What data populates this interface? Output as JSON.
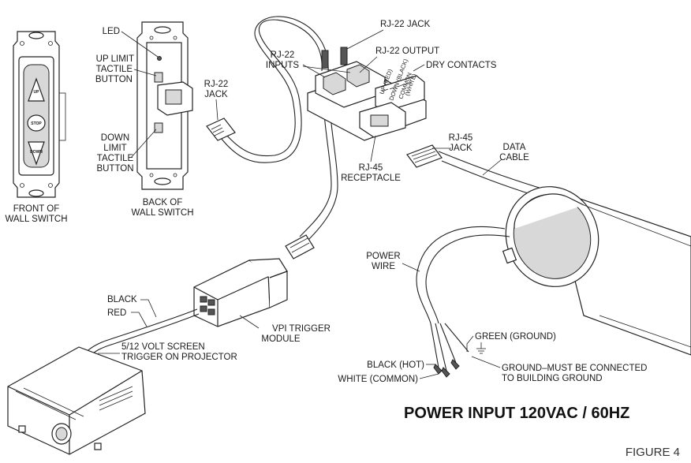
{
  "labels": {
    "led": "LED",
    "up_limit": [
      "UP LIMIT",
      "TACTILE",
      "BUTTON"
    ],
    "down_limit": [
      "DOWN",
      "LIMIT",
      "TACTILE",
      "BUTTON"
    ],
    "rj22_jack_left": [
      "RJ-22",
      "JACK"
    ],
    "rj22_jack_top": "RJ-22 JACK",
    "rj22_inputs": [
      "RJ-22",
      "INPUTS"
    ],
    "rj22_output": "RJ-22 OUTPUT",
    "dry_contacts": "DRY CONTACTS",
    "terminal_up": "UP (RED)",
    "terminal_down": "DOWN (BLACK)",
    "terminal_common": [
      "COMMON",
      "(WHITE)"
    ],
    "rj45_receptacle": [
      "RJ-45",
      "RECEPTACLE"
    ],
    "rj45_jack": [
      "RJ-45",
      "JACK"
    ],
    "data_cable": [
      "DATA",
      "CABLE"
    ],
    "front_wall_switch": [
      "FRONT OF",
      "WALL SWITCH"
    ],
    "back_wall_switch": [
      "BACK OF",
      "WALL SWITCH"
    ],
    "power_wire": [
      "POWER",
      "WIRE"
    ],
    "black": "BLACK",
    "red": "RED",
    "vpi_trigger": [
      "VPI TRIGGER",
      "MODULE"
    ],
    "projector_trigger": [
      "5/12 VOLT SCREEN",
      "TRIGGER ON PROJECTOR"
    ],
    "green_ground": "GREEN (GROUND)",
    "black_hot": "BLACK (HOT)",
    "white_common": "WHITE (COMMON)",
    "ground_note": [
      "GROUND–MUST BE CONNECTED",
      "TO BUILDING GROUND"
    ]
  },
  "buttons": {
    "up": "UP",
    "stop": "STOP",
    "down": "DOWN"
  },
  "title": "POWER INPUT 120VAC / 60HZ",
  "figure": "FIGURE 4"
}
